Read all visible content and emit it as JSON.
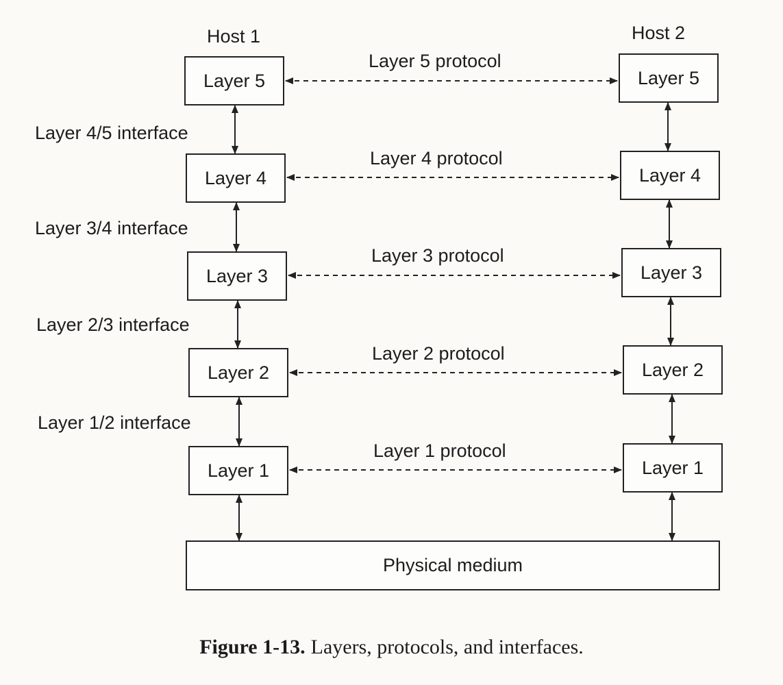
{
  "hosts": [
    {
      "label": "Host 1",
      "layers": [
        "Layer 5",
        "Layer 4",
        "Layer 3",
        "Layer 2",
        "Layer 1"
      ]
    },
    {
      "label": "Host 2",
      "layers": [
        "Layer 5",
        "Layer 4",
        "Layer 3",
        "Layer 2",
        "Layer 1"
      ]
    }
  ],
  "protocols": [
    "Layer 5 protocol",
    "Layer 4 protocol",
    "Layer 3 protocol",
    "Layer 2 protocol",
    "Layer 1 protocol"
  ],
  "interfaces": [
    "Layer 4/5 interface",
    "Layer 3/4 interface",
    "Layer 2/3 interface",
    "Layer 1/2 interface"
  ],
  "medium": "Physical medium",
  "caption": {
    "number": "Figure 1-13.",
    "text": "Layers, protocols, and interfaces."
  }
}
